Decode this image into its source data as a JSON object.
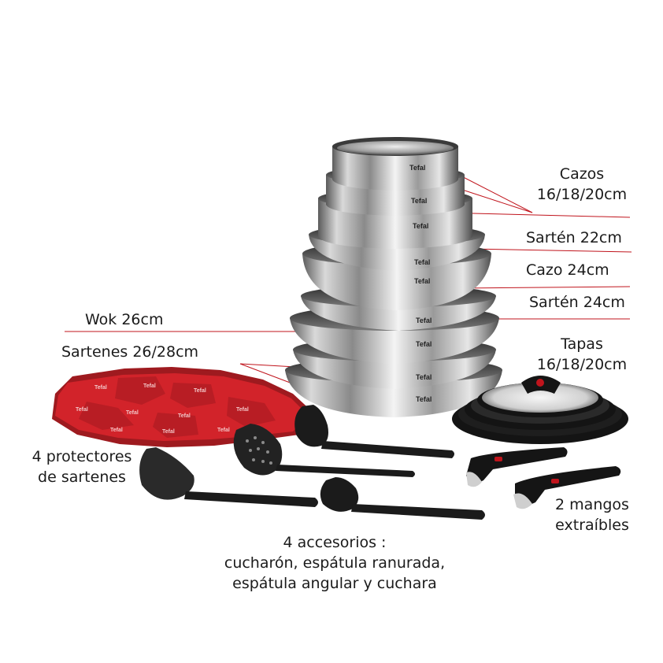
{
  "labels": {
    "cazos": {
      "line1": "Cazos",
      "line2": "16/18/20cm"
    },
    "sarten22": "Sartén 22cm",
    "cazo24": "Cazo 24cm",
    "sarten24": "Sartén 24cm",
    "tapas": {
      "line1": "Tapas",
      "line2": "16/18/20cm"
    },
    "wok26": "Wok 26cm",
    "sartenes2628": "Sartenes 26/28cm",
    "protectores": {
      "line1": "4 protectores",
      "line2": "de sartenes"
    },
    "mangos": {
      "line1": "2 mangos",
      "line2": "extraíbles"
    },
    "accesorios": {
      "line1": "4 accesorios :",
      "line2": "cucharón, espátula ranurada,",
      "line3": "espátula angular y cuchara"
    }
  },
  "brand_mark": "Tefal",
  "colors": {
    "leader_line": "#c0141c",
    "protector_red": "#d2232a",
    "steel_light": "#f2f2f2",
    "steel_dark": "#4a4a4a",
    "black": "#141414"
  }
}
